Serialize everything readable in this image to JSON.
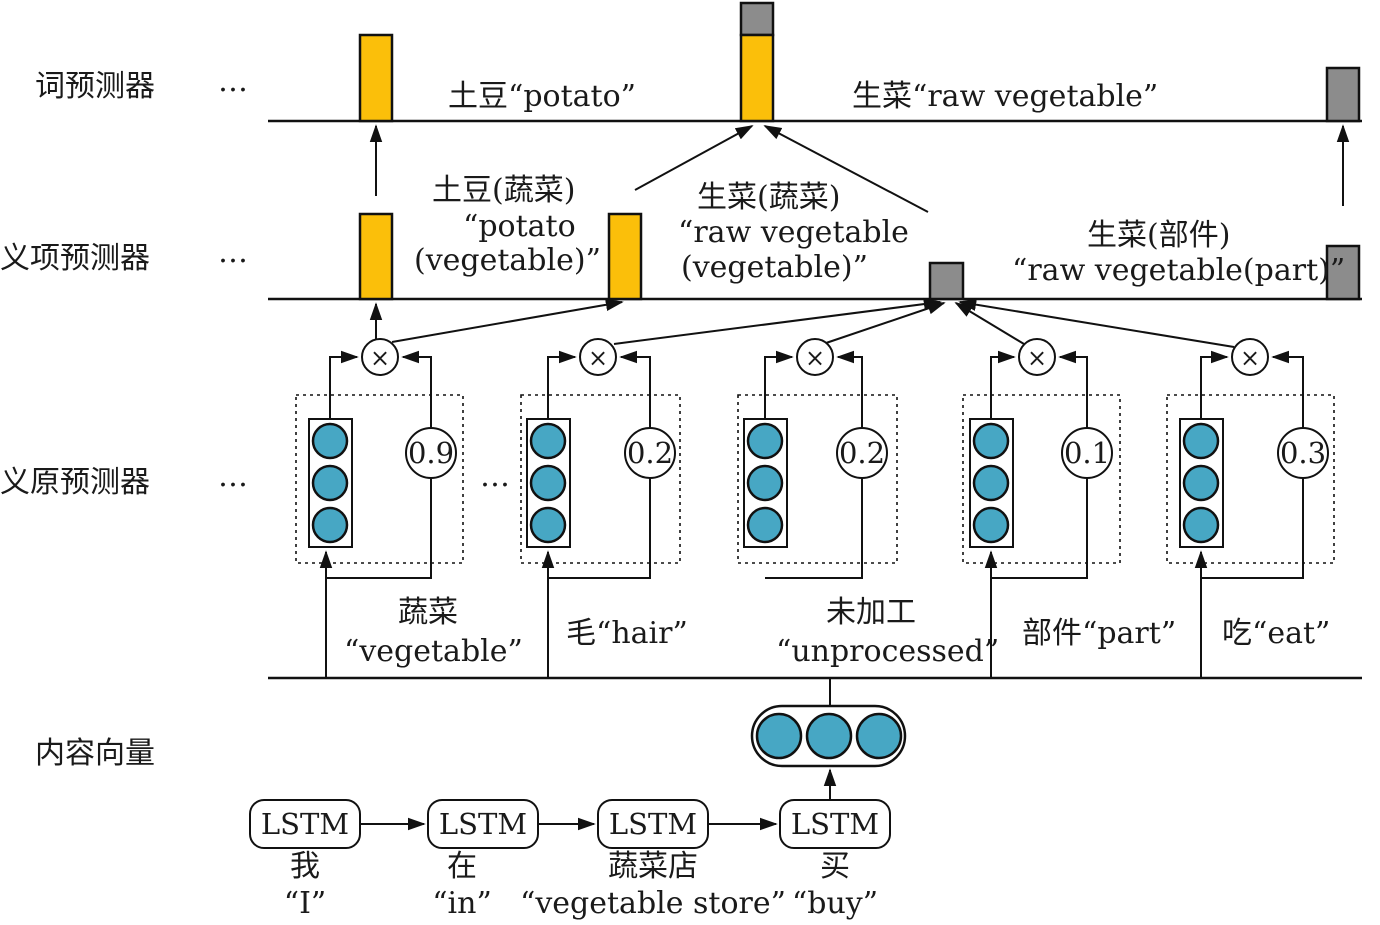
{
  "rows": {
    "word_predictor": "词预测器",
    "sense_predictor": "义项预测器",
    "sememe_predictor": "义原预测器",
    "context_vector": "内容向量"
  },
  "ellipsis": "…",
  "word_labels": {
    "potato": "土豆“potato”",
    "raw_vegetable": "生菜“raw vegetable”"
  },
  "sense_labels": {
    "potato_cn": "土豆(蔬菜)",
    "potato_en1": "“potato",
    "potato_en2": "(vegetable)”",
    "rawveg_cn": "生菜(蔬菜)",
    "rawveg_en1": "“raw vegetable",
    "rawveg_en2": "(vegetable)”",
    "part_cn": "生菜(部件)",
    "part_en": "“raw vegetable(part)”"
  },
  "multiply_symbol": "×",
  "sememes": [
    {
      "weight": "0.9"
    },
    {
      "weight": "0.2"
    },
    {
      "weight": "0.2"
    },
    {
      "weight": "0.1"
    },
    {
      "weight": "0.3"
    }
  ],
  "sememe_labels": {
    "vegetable_cn": "蔬菜",
    "vegetable_en": "“vegetable”",
    "hair": "毛“hair”",
    "unprocessed_cn": "未加工",
    "unprocessed_en": "“unprocessed”",
    "part": "部件“part”",
    "eat": "吃“eat”"
  },
  "lstm_cells": [
    {
      "label": "LSTM",
      "word_cn": "我",
      "word_en": "“I”"
    },
    {
      "label": "LSTM",
      "word_cn": "在",
      "word_en": "“in”"
    },
    {
      "label": "LSTM",
      "word_cn": "蔬菜店",
      "word_en": "“vegetable store”"
    },
    {
      "label": "LSTM",
      "word_cn": "买",
      "word_en": "“buy”"
    }
  ],
  "colors": {
    "orange_bar": "#fbbf0a",
    "gray_bar": "#8c8c8c",
    "vector_node": "#47a7c4"
  }
}
